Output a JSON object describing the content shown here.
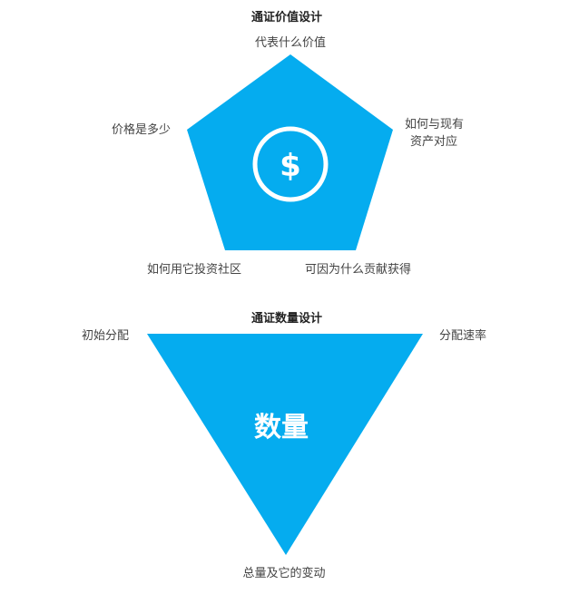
{
  "value_design": {
    "title": "通证价值设计",
    "labels": {
      "top": "代表什么价值",
      "right_line1": "如何与现有",
      "right_line2": "资产对应",
      "left": "价格是多少",
      "bottom_left": "如何用它投资社区",
      "bottom_right": "可因为什么贡献获得"
    },
    "center_icon": "dollar-icon",
    "center_symbol": "$"
  },
  "quantity_design": {
    "title": "通证数量设计",
    "labels": {
      "top_left": "初始分配",
      "top_right": "分配速率",
      "bottom": "总量及它的变动"
    },
    "center_text": "数量"
  },
  "colors": {
    "shape_fill": "#05ACEF",
    "icon_stroke": "#ffffff"
  }
}
